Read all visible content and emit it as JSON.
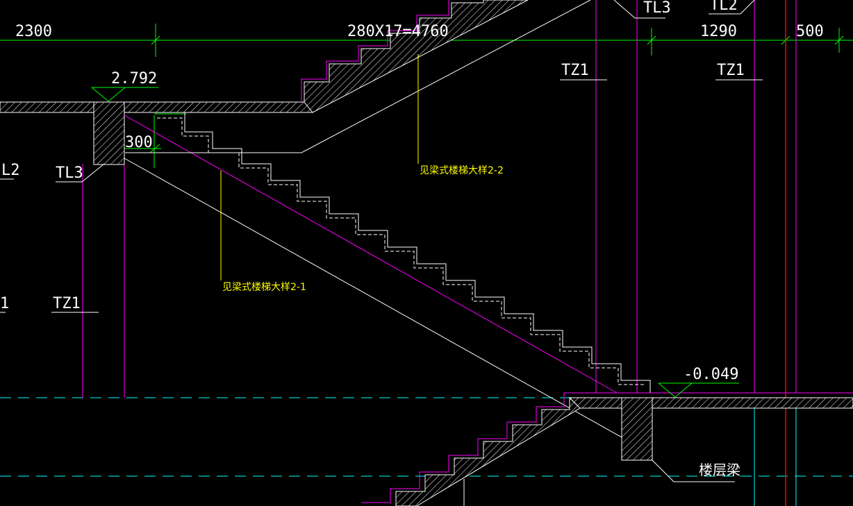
{
  "drawing": {
    "dimensions": {
      "dim_left": "2300",
      "dim_mid": "280X17=4760",
      "dim_right1": "1290",
      "dim_right2": "500",
      "dim_small": "300"
    },
    "elevations": {
      "upper": "2.792",
      "lower": "-0.049"
    },
    "tags": {
      "tz1_left": "TZ1",
      "tz1_mid": "TZ1",
      "tz1_right": "TZ1",
      "tl3_left": "TL3",
      "tl3_top": "TL3",
      "tl2_top": "TL2",
      "l2_edge": "L2",
      "one_edge": "1",
      "floor_beam": "楼层梁"
    },
    "notes": {
      "detail_2_1": "见梁式楼梯大样2-1",
      "detail_2_2": "见梁式楼梯大样2-2"
    },
    "colors": {
      "background": "#000000",
      "dimension": "#00ff00",
      "outline": "#ffffff",
      "purple": "#ff00ff",
      "cyan": "#00ffff",
      "red": "#ff0000",
      "note": "#ffff00"
    }
  }
}
